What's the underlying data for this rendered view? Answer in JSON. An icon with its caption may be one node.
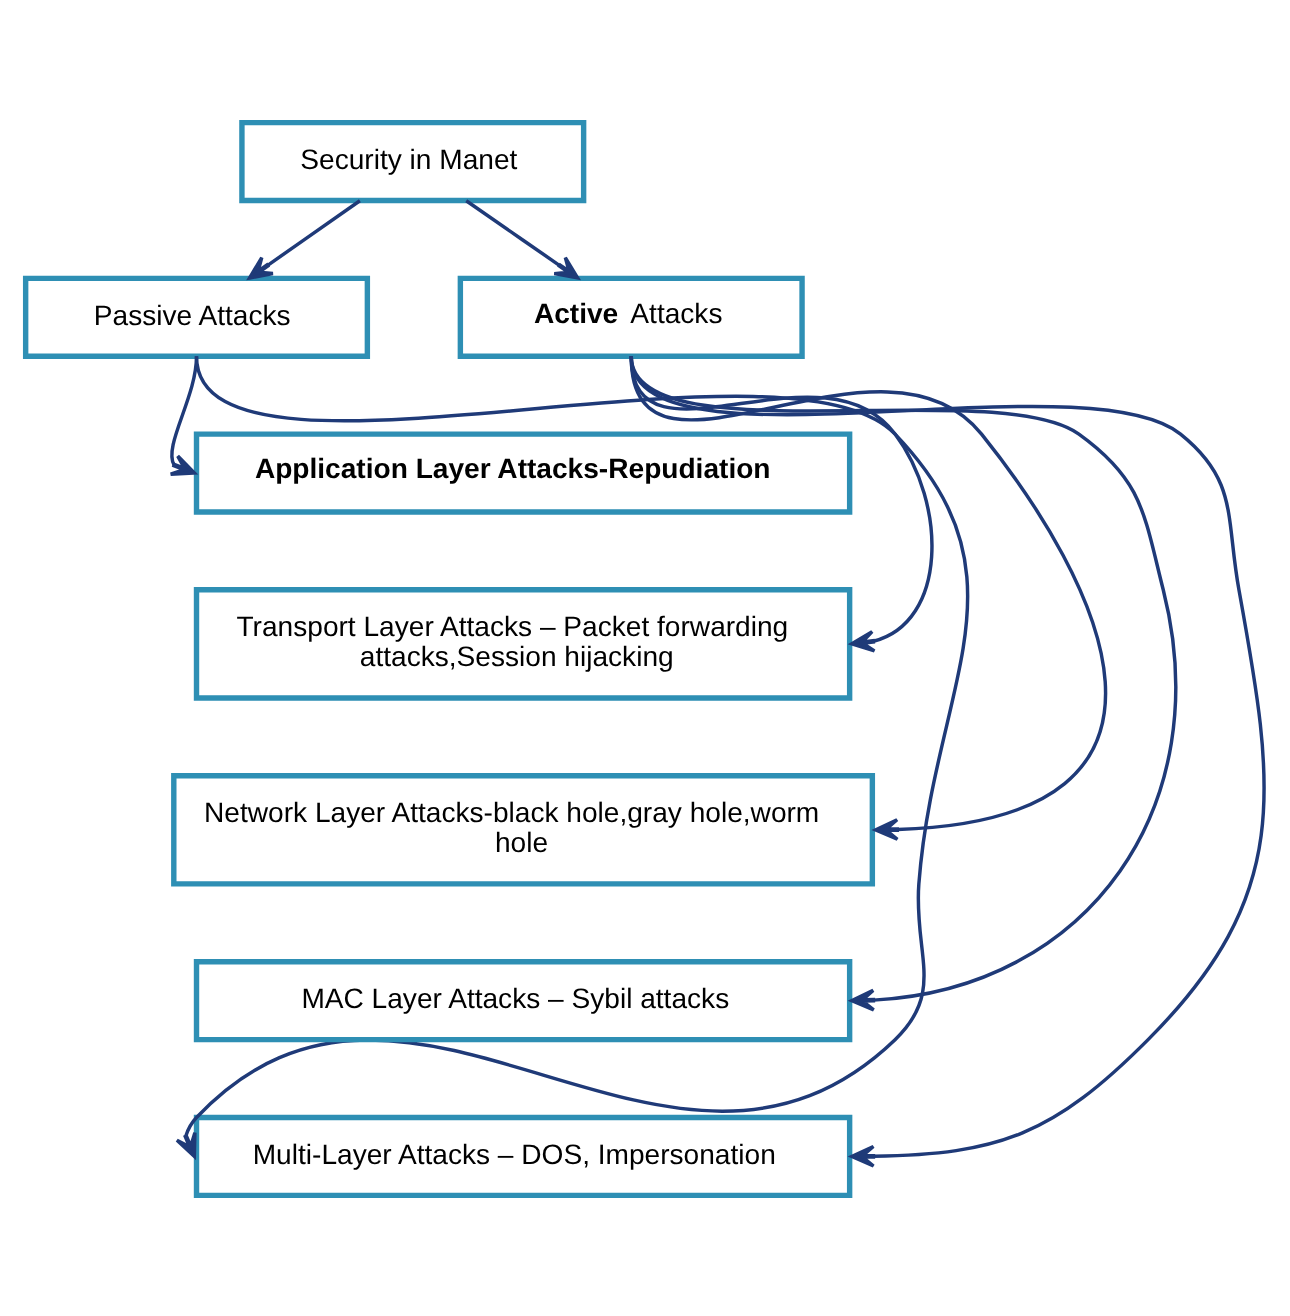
{
  "diagram": {
    "nodes": [
      {
        "text": [
          "Security in Manet"
        ]
      },
      {
        "text": [
          "Passive Attacks"
        ]
      },
      {
        "text": [
          "**Active** Attacks"
        ]
      },
      {
        "text": [
          "Application Layer Attacks-Repudiation"
        ]
      },
      {
        "text": [
          "Transport Layer Attacks – Packet forwarding attacks,Session hijacking"
        ]
      },
      {
        "text": [
          "Network Layer Attacks-black hole,gray hole,worm hole"
        ]
      },
      {
        "text": [
          "MAC Layer Attacks – Sybil attacks"
        ]
      },
      {
        "text": [
          "Multi-Layer Attacks – DOS, Impersonation"
        ]
      }
    ],
    "edges": [
      {
        "from": 0,
        "to": 1,
        "arrow": "to"
      },
      {
        "from": 0,
        "to": 2,
        "arrow": "to"
      },
      {
        "from": 1,
        "to": 3,
        "arrow": "to"
      },
      {
        "from": 1,
        "to": 7,
        "arrow": "to"
      },
      {
        "from": 2,
        "to": 4,
        "arrow": "to"
      },
      {
        "from": 2,
        "to": 5,
        "arrow": "to"
      },
      {
        "from": 2,
        "to": 6,
        "arrow": "to"
      },
      {
        "from": 2,
        "to": 7,
        "arrow": "to"
      }
    ]
  }
}
